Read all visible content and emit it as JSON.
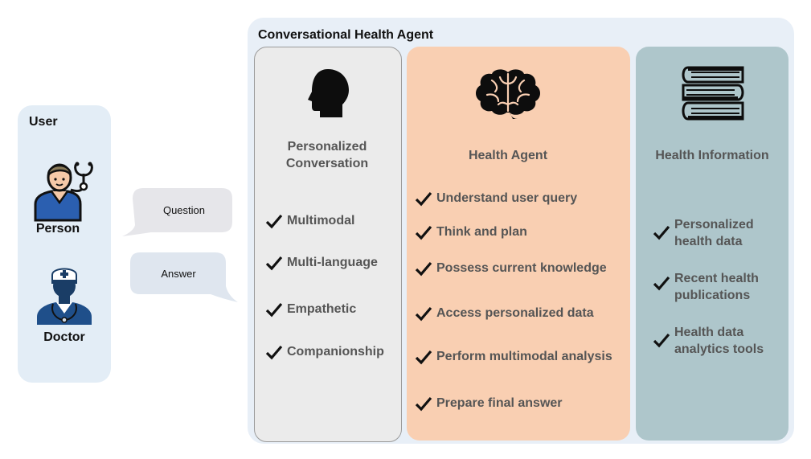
{
  "user": {
    "title": "User",
    "person_label": "Person",
    "doctor_label": "Doctor"
  },
  "bubbles": {
    "question": "Question",
    "answer": "Answer"
  },
  "agent": {
    "title": "Conversational Health Agent",
    "columns": [
      {
        "heading": "Personalized\nConversation",
        "icon": "head-profile-icon",
        "items": [
          "Multimodal",
          "Multi-language",
          "Empathetic",
          "Companionship"
        ]
      },
      {
        "heading": "Health Agent",
        "icon": "brain-icon",
        "items": [
          "Understand user query",
          "Think and plan",
          "Possess current knowledge",
          "Access personalized data",
          "Perform multimodal analysis",
          "Prepare final answer"
        ]
      },
      {
        "heading": "Health Information",
        "icon": "books-stack-icon",
        "items": [
          "Personalized\nhealth data",
          "Recent health\npublications",
          "Health data\nanalytics tools"
        ]
      }
    ]
  },
  "colors": {
    "user_panel": "#e3edf6",
    "agent_panel": "#e8eff7",
    "conversation_column": "#ebebeb",
    "health_agent_column": "#f9cfb2",
    "health_info_column": "#aec6cb",
    "text_grey": "#555555"
  }
}
